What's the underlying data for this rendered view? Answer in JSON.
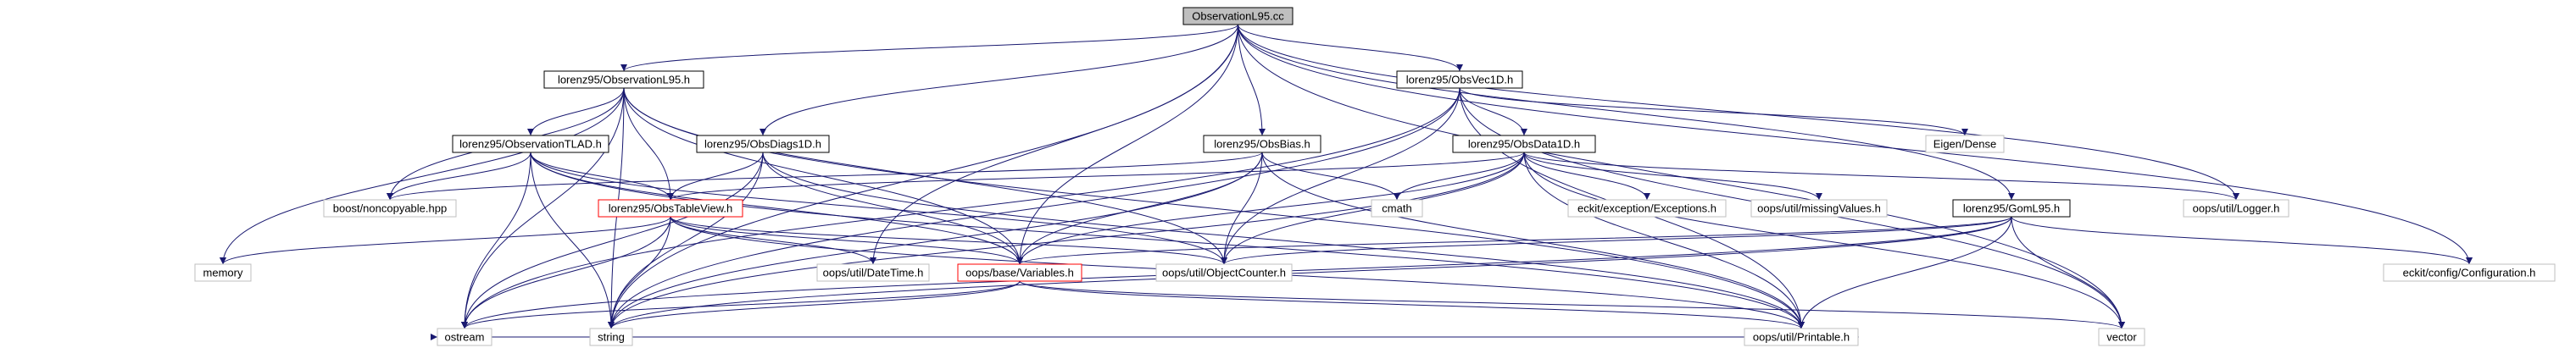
{
  "colors": {
    "edge": "#191970",
    "root_fill": "#bfbfbf",
    "node_fill": "#ffffff",
    "node_border": "#000000",
    "external_border": "#bfbfbf",
    "highlight_border": "#ff0000",
    "text": "#000000"
  },
  "nodes": {
    "root": "ObservationL95.cc",
    "observationl95_h": "lorenz95/ObservationL95.h",
    "obsvec1d_h": "lorenz95/ObsVec1D.h",
    "observationtlad_h": "lorenz95/ObservationTLAD.h",
    "obsdiags1d_h": "lorenz95/ObsDiags1D.h",
    "obsbias_h": "lorenz95/ObsBias.h",
    "obsdata1d_h": "lorenz95/ObsData1D.h",
    "eigen_dense": "Eigen/Dense",
    "boost_noncopyable": "boost/noncopyable.hpp",
    "obstableview_h": "lorenz95/ObsTableView.h",
    "cmath": "cmath",
    "eckit_exceptions": "eckit/exception/Exceptions.h",
    "oops_missingvalues": "oops/util/missingValues.h",
    "oops_logger": "oops/util/Logger.h",
    "gom_l95_h": "lorenz95/GomL95.h",
    "memory": "memory",
    "oops_datetime": "oops/util/DateTime.h",
    "oops_variables": "oops/base/Variables.h",
    "oops_objectcounter": "oops/util/ObjectCounter.h",
    "eckit_configuration": "eckit/config/Configuration.h",
    "ostream": "ostream",
    "string": "string",
    "oops_printable": "oops/util/Printable.h",
    "vector": "vector"
  },
  "edges": [
    [
      "root",
      "observationl95_h"
    ],
    [
      "root",
      "obsvec1d_h"
    ],
    [
      "root",
      "obsdiags1d_h"
    ],
    [
      "root",
      "obsbias_h"
    ],
    [
      "root",
      "gom_l95_h"
    ],
    [
      "root",
      "oops_logger"
    ],
    [
      "root",
      "vector"
    ],
    [
      "root",
      "string"
    ],
    [
      "root",
      "oops_variables"
    ],
    [
      "root",
      "oops_datetime"
    ],
    [
      "root",
      "eckit_configuration"
    ],
    [
      "observationl95_h",
      "observationtlad_h"
    ],
    [
      "observationl95_h",
      "boost_noncopyable"
    ],
    [
      "observationl95_h",
      "obstableview_h"
    ],
    [
      "observationl95_h",
      "oops_variables"
    ],
    [
      "observationl95_h",
      "oops_objectcounter"
    ],
    [
      "observationl95_h",
      "oops_printable"
    ],
    [
      "observationl95_h",
      "memory"
    ],
    [
      "observationl95_h",
      "ostream"
    ],
    [
      "observationl95_h",
      "string"
    ],
    [
      "obsvec1d_h",
      "obsdata1d_h"
    ],
    [
      "obsvec1d_h",
      "eigen_dense"
    ],
    [
      "obsvec1d_h",
      "oops_objectcounter"
    ],
    [
      "obsvec1d_h",
      "oops_printable"
    ],
    [
      "obsvec1d_h",
      "ostream"
    ],
    [
      "obsvec1d_h",
      "string"
    ],
    [
      "obsvec1d_h",
      "vector"
    ],
    [
      "observationtlad_h",
      "boost_noncopyable"
    ],
    [
      "observationtlad_h",
      "obstableview_h"
    ],
    [
      "observationtlad_h",
      "oops_variables"
    ],
    [
      "observationtlad_h",
      "oops_objectcounter"
    ],
    [
      "observationtlad_h",
      "oops_printable"
    ],
    [
      "observationtlad_h",
      "ostream"
    ],
    [
      "observationtlad_h",
      "string"
    ],
    [
      "obsdiags1d_h",
      "obstableview_h"
    ],
    [
      "obsdiags1d_h",
      "oops_variables"
    ],
    [
      "obsdiags1d_h",
      "oops_printable"
    ],
    [
      "obsdiags1d_h",
      "ostream"
    ],
    [
      "obsdiags1d_h",
      "string"
    ],
    [
      "obsbias_h",
      "boost_noncopyable"
    ],
    [
      "obsbias_h",
      "cmath"
    ],
    [
      "obsbias_h",
      "oops_variables"
    ],
    [
      "obsbias_h",
      "oops_objectcounter"
    ],
    [
      "obsbias_h",
      "oops_printable"
    ],
    [
      "obsbias_h",
      "string"
    ],
    [
      "obsdata1d_h",
      "obstableview_h"
    ],
    [
      "obsdata1d_h",
      "cmath"
    ],
    [
      "obsdata1d_h",
      "eckit_exceptions"
    ],
    [
      "obsdata1d_h",
      "oops_missingvalues"
    ],
    [
      "obsdata1d_h",
      "oops_logger"
    ],
    [
      "obsdata1d_h",
      "oops_variables"
    ],
    [
      "obsdata1d_h",
      "oops_objectcounter"
    ],
    [
      "obsdata1d_h",
      "oops_printable"
    ],
    [
      "obsdata1d_h",
      "string"
    ],
    [
      "obsdata1d_h",
      "vector"
    ],
    [
      "obstableview_h",
      "memory"
    ],
    [
      "obstableview_h",
      "oops_datetime"
    ],
    [
      "obstableview_h",
      "oops_variables"
    ],
    [
      "obstableview_h",
      "oops_objectcounter"
    ],
    [
      "obstableview_h",
      "oops_printable"
    ],
    [
      "obstableview_h",
      "ostream"
    ],
    [
      "obstableview_h",
      "string"
    ],
    [
      "gom_l95_h",
      "oops_variables"
    ],
    [
      "gom_l95_h",
      "oops_objectcounter"
    ],
    [
      "gom_l95_h",
      "eckit_configuration"
    ],
    [
      "gom_l95_h",
      "oops_printable"
    ],
    [
      "gom_l95_h",
      "ostream"
    ],
    [
      "gom_l95_h",
      "string"
    ],
    [
      "gom_l95_h",
      "vector"
    ],
    [
      "oops_variables",
      "oops_printable"
    ],
    [
      "oops_variables",
      "ostream"
    ],
    [
      "oops_variables",
      "string"
    ],
    [
      "oops_variables",
      "vector"
    ],
    [
      "oops_printable",
      "ostream"
    ]
  ]
}
